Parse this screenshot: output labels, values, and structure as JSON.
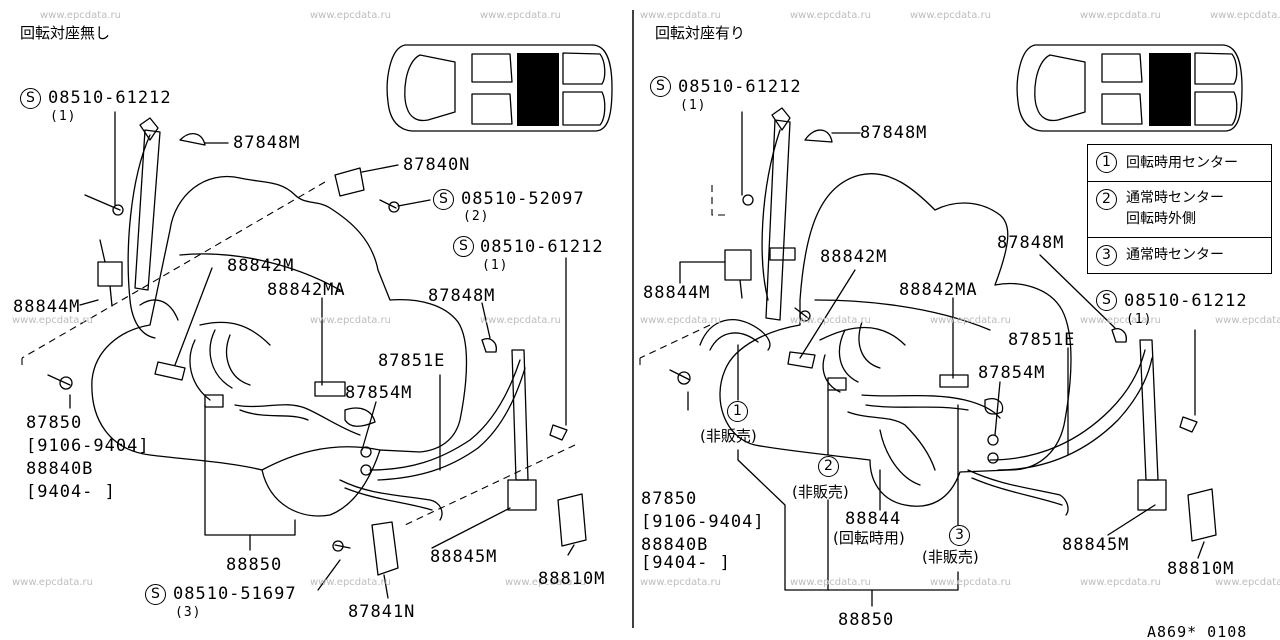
{
  "watermarks": [
    "www.epcdata.ru"
  ],
  "left_panel": {
    "title": "回転対座無し",
    "labels": {
      "bolt_top": "08510-61212",
      "bolt_top_qty": "(1)",
      "cap_87848m_a": "87848M",
      "cover_87840n": "87840N",
      "bolt_52097": "08510-52097",
      "bolt_52097_qty": "(2)",
      "bolt_right": "08510-61212",
      "bolt_right_qty": "(1)",
      "buckle_88842m": "88842M",
      "buckle_88842ma": "88842MA",
      "cap_87848m_b": "87848M",
      "retractor_88844m": "88844M",
      "guide_87851e": "87851E",
      "washer_87854m": "87854M",
      "anchor_87850": "87850",
      "date_9106": "[9106-9404]",
      "part_88840b": "88840B",
      "date_9404": "[9404-     ]",
      "belt_88850": "88850",
      "retractor_88845m": "88845M",
      "bolt_51697": "08510-51697",
      "bolt_51697_qty": "(3)",
      "cover_87841n": "87841N",
      "cover_88810m": "88810M",
      "s_mark": "S"
    }
  },
  "right_panel": {
    "title": "回転対座有り",
    "labels": {
      "bolt_top": "08510-61212",
      "bolt_top_qty": "(1)",
      "cap_87848m_a": "87848M",
      "retractor_88844m": "88844M",
      "buckle_88842m": "88842M",
      "cap_87848m_b": "87848M",
      "buckle_88842ma": "88842MA",
      "bolt_right": "08510-61212",
      "bolt_right_qty": "(1)",
      "guide_87851e": "87851E",
      "washer_87854m": "87854M",
      "note1_num": "1",
      "note1_text": "(非販売)",
      "note2_num": "2",
      "note2_text": "(非販売)",
      "note3_num": "3",
      "note3_text": "(非販売)",
      "anchor_87850": "87850",
      "date_9106": "[9106-9404]",
      "part_88840b": "88840B",
      "date_9404": "[9404-     ]",
      "part_88844": "88844",
      "part_88844_note": "(回転時用)",
      "retractor_88845m": "88845M",
      "cover_88810m": "88810M",
      "belt_88850": "88850",
      "s_mark": "S"
    }
  },
  "legend": [
    {
      "num": "1",
      "text": "回転時用センター"
    },
    {
      "num": "2",
      "text": "通常時センター",
      "text2": "回転時外側"
    },
    {
      "num": "3",
      "text": "通常時センター"
    }
  ],
  "diagram_code": "A869* 0108"
}
